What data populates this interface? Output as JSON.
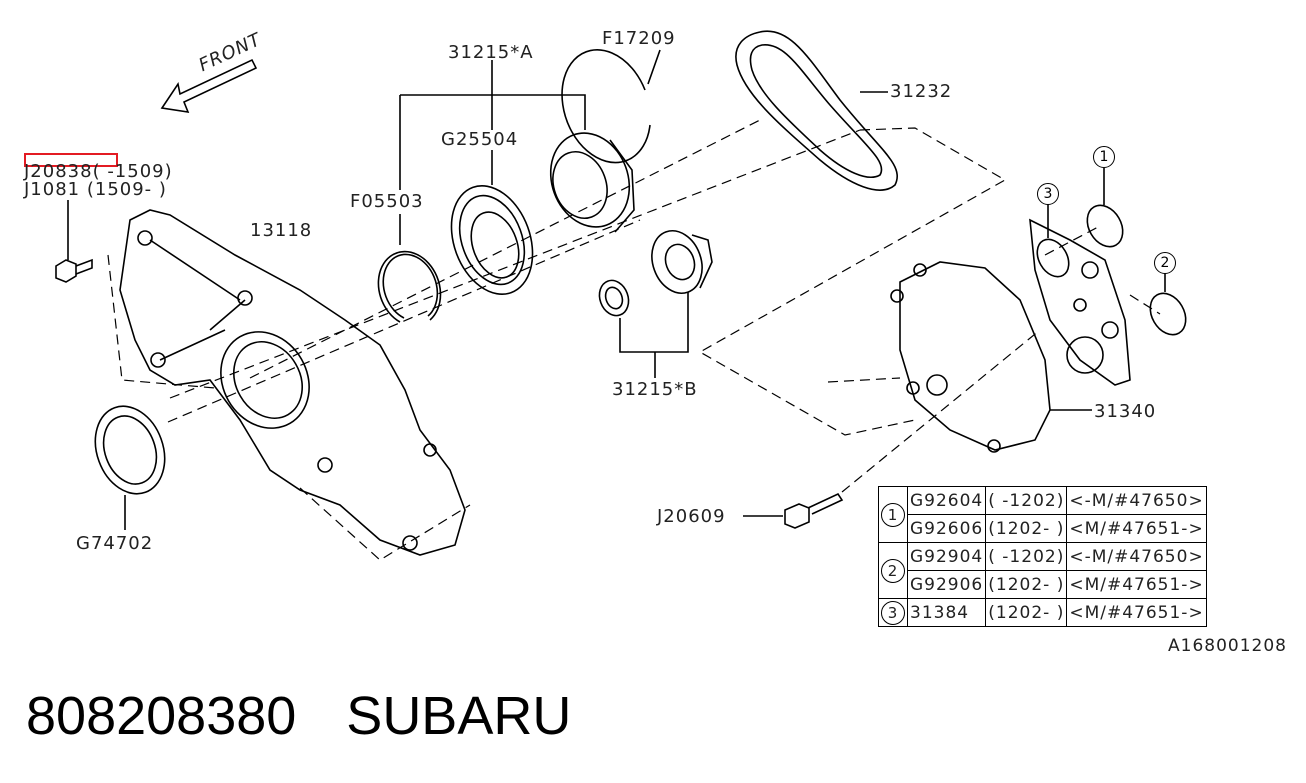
{
  "front_label": "FRONT",
  "labels": {
    "j20838": "J20838( -1509)",
    "j1081": "J1081 (1509- )",
    "p13118": "13118",
    "f05503": "F05503",
    "p31215a": "31215*A",
    "g25504": "G25504",
    "f17209": "F17209",
    "p31232": "31232",
    "p31215b": "31215*B",
    "g74702": "G74702",
    "p31340": "31340",
    "j20609": "J20609",
    "ref_code": "A168001208"
  },
  "callouts": [
    "1",
    "2",
    "3"
  ],
  "table": {
    "rows": [
      {
        "num": "1",
        "part": "G92604",
        "range": "( -1202)",
        "model": "<-M/#47650>"
      },
      {
        "num": "",
        "part": "G92606",
        "range": "(1202- )",
        "model": "<M/#47651->"
      },
      {
        "num": "2",
        "part": "G92904",
        "range": "( -1202)",
        "model": "<-M/#47650>"
      },
      {
        "num": "",
        "part": "G92906",
        "range": "(1202- )",
        "model": "<M/#47651->"
      },
      {
        "num": "3",
        "part": "31384",
        "range": "(1202- )",
        "model": "<M/#47651->"
      }
    ]
  },
  "footer": {
    "part_number": "808208380",
    "brand": "SUBARU"
  },
  "colors": {
    "highlight": "#e31b23",
    "line": "#000000"
  }
}
